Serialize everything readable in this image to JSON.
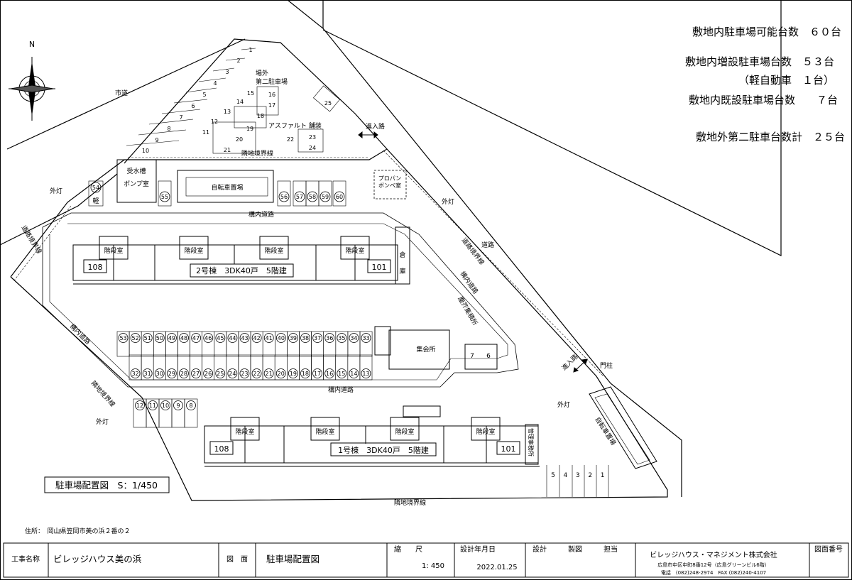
{
  "summary": {
    "total": "敷地内駐車場可能台数　６０台",
    "added": "敷地内増設駐車場台数　５３台",
    "kei": "（軽自動車　１台）",
    "existing": "敷地内既設駐車場台数　　７台",
    "offsite": "敷地外第二駐車台数計　２５台"
  },
  "north": "N",
  "labels": {
    "city_road": "市道",
    "offsite_lot_1": "場外",
    "offsite_lot_2": "第二駐車場",
    "asphalt": "アスファルト 舗装",
    "boundary_top": "隣地境界線",
    "boundary_bottom": "隣地境界線",
    "entrance_top": "進入路",
    "entrance_right": "進入路",
    "water_tank_1": "受水槽",
    "water_tank_2": "ポンプ室",
    "bike_top": "自転車置場",
    "bike_right": "自転車置場",
    "propane_1": "プロパン",
    "propane_2": "ボンベ室",
    "kei": "軽",
    "lamp_1": "外灯",
    "lamp_2": "外灯",
    "lamp_3": "外灯",
    "lamp_4": "外灯",
    "road_left": "道路境界線",
    "road_right": "道路境界線",
    "road": "道路",
    "internal_top": "構内道路",
    "internal_left": "構内道路",
    "internal_right": "構内道路",
    "internal_mid": "構内道路",
    "trash": "塵芥集積所",
    "hall": "集会所",
    "gate": "門柱",
    "storage_1": "倉",
    "storage_2": "庫",
    "office": "管理事務所",
    "stair": "階段室",
    "bldg2_room_left": "108",
    "bldg2_room_right": "101",
    "bldg1_room_left": "108",
    "bldg1_room_right": "101",
    "bldg2": "2号棟　3DK40戸　5階建",
    "bldg1": "1号棟　3DK40戸　5階建",
    "map_title": "駐車場配置図　S：1/450",
    "address": "住所：　岡山県笠岡市美の浜２番の２"
  },
  "offsite_left": [
    "1",
    "2",
    "3",
    "4",
    "5",
    "6",
    "7",
    "8",
    "9",
    "10"
  ],
  "offsite_right": [
    "11",
    "12",
    "13",
    "14",
    "15",
    "16",
    "17",
    "18",
    "19",
    "20",
    "21",
    "22",
    "23",
    "24",
    "25"
  ],
  "spaces_top": [
    "55",
    "56",
    "57",
    "58",
    "59",
    "60"
  ],
  "space_kei": "54",
  "spaces_row_top": [
    "53",
    "52",
    "51",
    "50",
    "49",
    "48",
    "47",
    "46",
    "45",
    "44",
    "43",
    "42",
    "41",
    "40",
    "39",
    "38",
    "37",
    "36",
    "35",
    "34",
    "33"
  ],
  "spaces_row_bottom": [
    "32",
    "31",
    "30",
    "29",
    "28",
    "27",
    "26",
    "25",
    "24",
    "23",
    "22",
    "21",
    "20",
    "19",
    "18",
    "17",
    "16",
    "15",
    "14",
    "13"
  ],
  "spaces_lower": [
    "12",
    "11",
    "10",
    "9",
    "8"
  ],
  "existing_hall": [
    "7",
    "6"
  ],
  "existing_bottom": [
    "5",
    "4",
    "3",
    "2",
    "1"
  ],
  "title_block": {
    "project_label": "工事名称",
    "project": "ビレッジハウス美の浜",
    "drawing_label": "図　面",
    "drawing": "駐車場配置図",
    "scale_label": "縮　　尺",
    "scale": "1: 450",
    "date_label": "設計年月日",
    "date": "2022.01.25",
    "design": "設計",
    "drafting": "製図",
    "charge": "担当",
    "company": "ビレッジハウス・マネジメント株式会社",
    "company_addr": "広島市中区中町8番12号（広島グリーンビル6階）",
    "company_tel": "電話　(082)248-2974　FAX (082)240-4107",
    "dwg_no_label": "図面番号"
  }
}
